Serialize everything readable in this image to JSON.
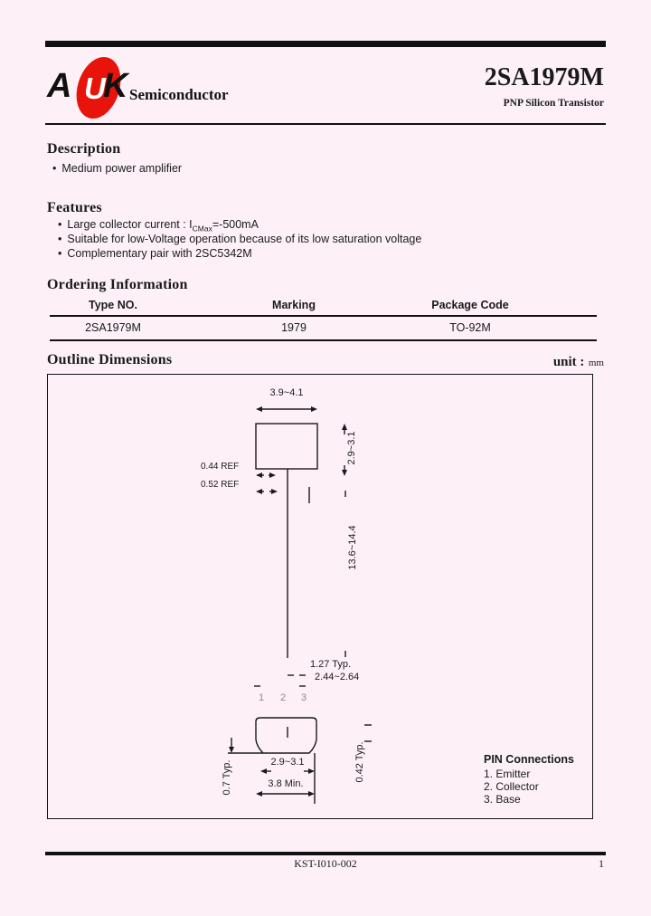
{
  "colors": {
    "brand_red": "#E8130B",
    "page_background": "#FDF1F7",
    "line_black": "#1A1A1A",
    "pin_number_gray": "#8A8A8A"
  },
  "header": {
    "logo_a": "A",
    "logo_u": "U",
    "logo_k": "K",
    "brand": "Semiconductor",
    "title": "2SA1979M",
    "subtitle": "PNP Silicon Transistor"
  },
  "description": {
    "heading": "Description",
    "item": "Medium power amplifier"
  },
  "features": {
    "heading": "Features",
    "item1_pre": "Large collector current : I",
    "item1_sub": "CMax",
    "item1_post": "=-500mA",
    "item2": "Suitable for low-Voltage operation because of its low saturation voltage",
    "item3": "Complementary pair with 2SC5342M"
  },
  "ordering": {
    "heading": "Ordering Information",
    "columns": [
      "Type NO.",
      "Marking",
      "Package Code"
    ],
    "row": [
      "2SA1979M",
      "1979",
      "TO-92M"
    ]
  },
  "outline": {
    "heading": "Outline Dimensions",
    "unit_prefix": "unit :",
    "unit": "mm",
    "dims": {
      "body_width": "3.9~4.1",
      "body_height": "2.9~3.1",
      "lead_ref1": "0.44 REF",
      "lead_ref2": "0.52 REF",
      "lead_length": "13.6~14.4",
      "pitch": "1.27 Typ.",
      "span": "2.44~2.64",
      "front_width": "2.9~3.1",
      "front_base": "3.8 Min.",
      "standoff": "0.7 Typ.",
      "lead_width": "0.42 Typ."
    },
    "pins": [
      "1",
      "2",
      "3"
    ],
    "pin_connections": {
      "heading": "PIN Connections",
      "items": [
        "1. Emitter",
        "2. Collector",
        "3. Base"
      ]
    }
  },
  "footer": {
    "doc_code": "KST-I010-002",
    "page": "1"
  }
}
